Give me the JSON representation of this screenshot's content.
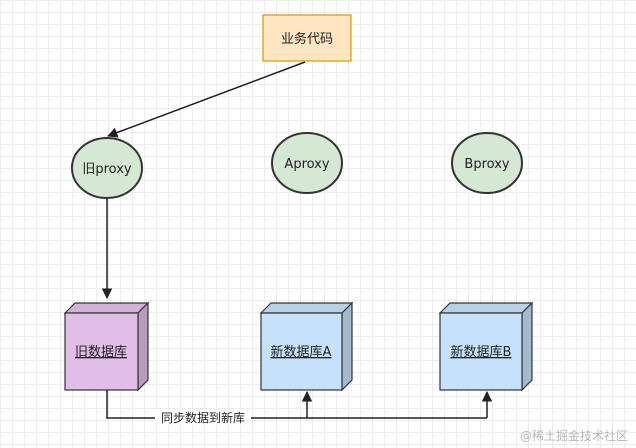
{
  "nodes": {
    "business_code": {
      "label": "业务代码",
      "fill": "#ffe6c0",
      "stroke": "#d79b00"
    },
    "old_proxy": {
      "label": "旧proxy",
      "fill": "#d5e8d4",
      "stroke": "#333333"
    },
    "a_proxy": {
      "label": "Aproxy",
      "fill": "#d5e8d4",
      "stroke": "#333333"
    },
    "b_proxy": {
      "label": "Bproxy",
      "fill": "#d5e8d4",
      "stroke": "#333333"
    },
    "old_db": {
      "label": "旧数据库",
      "fill": "#e1bee7",
      "stroke": "#333333"
    },
    "new_db_a": {
      "label": "新数据库A",
      "fill": "#c5e1fb",
      "stroke": "#333333"
    },
    "new_db_b": {
      "label": "新数据库B",
      "fill": "#c5e1fb",
      "stroke": "#333333"
    }
  },
  "edges": {
    "sync_label": "同步数据到新库"
  },
  "watermark": "@稀土掘金技术社区"
}
